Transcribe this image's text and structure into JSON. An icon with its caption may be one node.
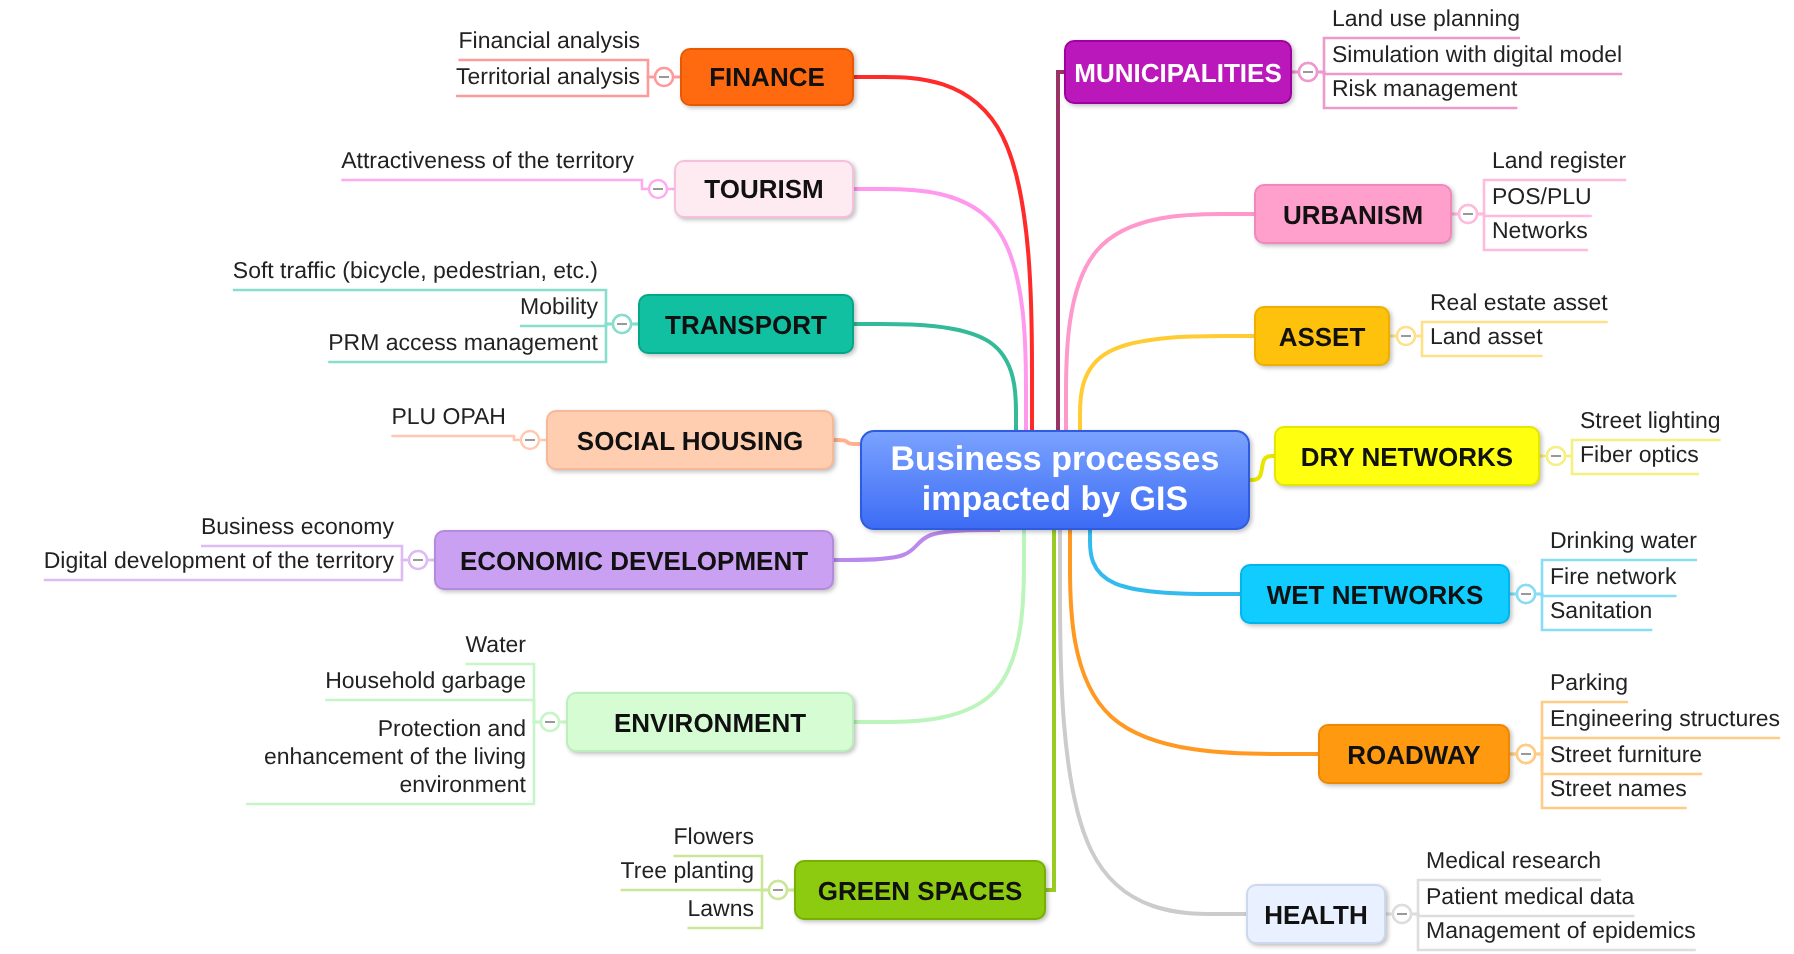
{
  "diagram": {
    "nodes": [
      {
        "text": [
          "Business processes impacted by GIS"
        ]
      },
      {
        "text": [
          "FINANCE"
        ]
      },
      {
        "text": [
          "Financial analysis"
        ]
      },
      {
        "text": [
          "Territorial analysis"
        ]
      },
      {
        "text": [
          "TOURISM"
        ]
      },
      {
        "text": [
          "Attractiveness of the territory"
        ]
      },
      {
        "text": [
          "TRANSPORT"
        ]
      },
      {
        "text": [
          "Soft traffic (bicycle, pedestrian, etc.)"
        ]
      },
      {
        "text": [
          "Mobility"
        ]
      },
      {
        "text": [
          "PRM access management"
        ]
      },
      {
        "text": [
          "SOCIAL HOUSING"
        ]
      },
      {
        "text": [
          "PLU OPAH"
        ]
      },
      {
        "text": [
          "ECONOMIC DEVELOPMENT"
        ]
      },
      {
        "text": [
          "Business economy"
        ]
      },
      {
        "text": [
          "Digital development of the territory"
        ]
      },
      {
        "text": [
          "ENVIRONMENT"
        ]
      },
      {
        "text": [
          "Water"
        ]
      },
      {
        "text": [
          "Household garbage"
        ]
      },
      {
        "text": [
          "Protection and enhancement of the living environment"
        ]
      },
      {
        "text": [
          "GREEN SPACES"
        ]
      },
      {
        "text": [
          "Flowers"
        ]
      },
      {
        "text": [
          "Tree planting"
        ]
      },
      {
        "text": [
          "Lawns"
        ]
      },
      {
        "text": [
          "MUNICIPALITIES"
        ]
      },
      {
        "text": [
          "Land use planning"
        ]
      },
      {
        "text": [
          "Simulation with digital model"
        ]
      },
      {
        "text": [
          "Risk management"
        ]
      },
      {
        "text": [
          "URBANISM"
        ]
      },
      {
        "text": [
          "Land register"
        ]
      },
      {
        "text": [
          "POS/PLU"
        ]
      },
      {
        "text": [
          "Networks"
        ]
      },
      {
        "text": [
          "ASSET"
        ]
      },
      {
        "text": [
          "Real estate asset"
        ]
      },
      {
        "text": [
          "Land asset"
        ]
      },
      {
        "text": [
          "DRY NETWORKS"
        ]
      },
      {
        "text": [
          "Street lighting"
        ]
      },
      {
        "text": [
          "Fiber optics"
        ]
      },
      {
        "text": [
          "WET NETWORKS"
        ]
      },
      {
        "text": [
          "Drinking water"
        ]
      },
      {
        "text": [
          "Fire network"
        ]
      },
      {
        "text": [
          "Sanitation"
        ]
      },
      {
        "text": [
          "ROADWAY"
        ]
      },
      {
        "text": [
          "Parking"
        ]
      },
      {
        "text": [
          "Engineering structures"
        ]
      },
      {
        "text": [
          "Street furniture"
        ]
      },
      {
        "text": [
          "Street names"
        ]
      },
      {
        "text": [
          "HEALTH"
        ]
      },
      {
        "text": [
          "Medical research"
        ]
      },
      {
        "text": [
          "Patient medical data"
        ]
      },
      {
        "text": [
          "Management of epidemics"
        ]
      }
    ],
    "edges": [
      {
        "from": 0,
        "to": 1,
        "arrow": "none",
        "color": "#ff2a2a"
      },
      {
        "from": 1,
        "to": 2,
        "arrow": "other",
        "color": "#ff9a9a"
      },
      {
        "from": 1,
        "to": 3,
        "arrow": "other",
        "color": "#ff9a9a"
      },
      {
        "from": 0,
        "to": 4,
        "arrow": "none",
        "color": "#ff99ee"
      },
      {
        "from": 4,
        "to": 5,
        "arrow": "other",
        "color": "#ffaaee"
      },
      {
        "from": 0,
        "to": 6,
        "arrow": "none",
        "color": "#33bb99"
      },
      {
        "from": 6,
        "to": 7,
        "arrow": "other",
        "color": "#88ddcc"
      },
      {
        "from": 6,
        "to": 8,
        "arrow": "other",
        "color": "#88ddcc"
      },
      {
        "from": 6,
        "to": 9,
        "arrow": "other",
        "color": "#88ddcc"
      },
      {
        "from": 0,
        "to": 10,
        "arrow": "none",
        "color": "#ffb090"
      },
      {
        "from": 10,
        "to": 11,
        "arrow": "other",
        "color": "#ffc8b0"
      },
      {
        "from": 0,
        "to": 12,
        "arrow": "none",
        "color": "#bb88ee"
      },
      {
        "from": 12,
        "to": 13,
        "arrow": "other",
        "color": "#ddbbf5"
      },
      {
        "from": 12,
        "to": 14,
        "arrow": "other",
        "color": "#ddbbf5"
      },
      {
        "from": 0,
        "to": 15,
        "arrow": "none",
        "color": "#bbf5bb"
      },
      {
        "from": 15,
        "to": 16,
        "arrow": "other",
        "color": "#c8f5c8"
      },
      {
        "from": 15,
        "to": 17,
        "arrow": "other",
        "color": "#c8f5c8"
      },
      {
        "from": 15,
        "to": 18,
        "arrow": "other",
        "color": "#c8f5c8"
      },
      {
        "from": 0,
        "to": 19,
        "arrow": "none",
        "color": "#99cc22"
      },
      {
        "from": 19,
        "to": 20,
        "arrow": "other",
        "color": "#cce699"
      },
      {
        "from": 19,
        "to": 21,
        "arrow": "other",
        "color": "#cce699"
      },
      {
        "from": 19,
        "to": 22,
        "arrow": "other",
        "color": "#cce699"
      },
      {
        "from": 0,
        "to": 23,
        "arrow": "none",
        "color": "#993366"
      },
      {
        "from": 23,
        "to": 24,
        "arrow": "other",
        "color": "#ee99cc"
      },
      {
        "from": 23,
        "to": 25,
        "arrow": "other",
        "color": "#ee99cc"
      },
      {
        "from": 23,
        "to": 26,
        "arrow": "other",
        "color": "#ee99cc"
      },
      {
        "from": 0,
        "to": 27,
        "arrow": "none",
        "color": "#ff99cc"
      },
      {
        "from": 27,
        "to": 28,
        "arrow": "other",
        "color": "#ffbbdd"
      },
      {
        "from": 27,
        "to": 29,
        "arrow": "other",
        "color": "#ffbbdd"
      },
      {
        "from": 27,
        "to": 30,
        "arrow": "other",
        "color": "#ffbbdd"
      },
      {
        "from": 0,
        "to": 31,
        "arrow": "none",
        "color": "#ffcc33"
      },
      {
        "from": 31,
        "to": 32,
        "arrow": "other",
        "color": "#ffe088"
      },
      {
        "from": 31,
        "to": 33,
        "arrow": "other",
        "color": "#ffe088"
      },
      {
        "from": 0,
        "to": 34,
        "arrow": "none",
        "color": "#e6e600"
      },
      {
        "from": 34,
        "to": 35,
        "arrow": "other",
        "color": "#f5f080"
      },
      {
        "from": 34,
        "to": 36,
        "arrow": "other",
        "color": "#f5f080"
      },
      {
        "from": 0,
        "to": 37,
        "arrow": "none",
        "color": "#33bbee"
      },
      {
        "from": 37,
        "to": 38,
        "arrow": "other",
        "color": "#88ddf5"
      },
      {
        "from": 37,
        "to": 39,
        "arrow": "other",
        "color": "#88ddf5"
      },
      {
        "from": 37,
        "to": 40,
        "arrow": "other",
        "color": "#88ddf5"
      },
      {
        "from": 0,
        "to": 41,
        "arrow": "none",
        "color": "#ff9922"
      },
      {
        "from": 41,
        "to": 42,
        "arrow": "other",
        "color": "#ffcc88"
      },
      {
        "from": 41,
        "to": 43,
        "arrow": "other",
        "color": "#ffcc88"
      },
      {
        "from": 41,
        "to": 44,
        "arrow": "other",
        "color": "#ffcc88"
      },
      {
        "from": 41,
        "to": 45,
        "arrow": "other",
        "color": "#ffcc88"
      },
      {
        "from": 0,
        "to": 46,
        "arrow": "none",
        "color": "#cccccc"
      },
      {
        "from": 46,
        "to": 47,
        "arrow": "other",
        "color": "#dddddd"
      },
      {
        "from": 46,
        "to": 48,
        "arrow": "other",
        "color": "#dddddd"
      },
      {
        "from": 46,
        "to": 49,
        "arrow": "other",
        "color": "#dddddd"
      }
    ]
  }
}
